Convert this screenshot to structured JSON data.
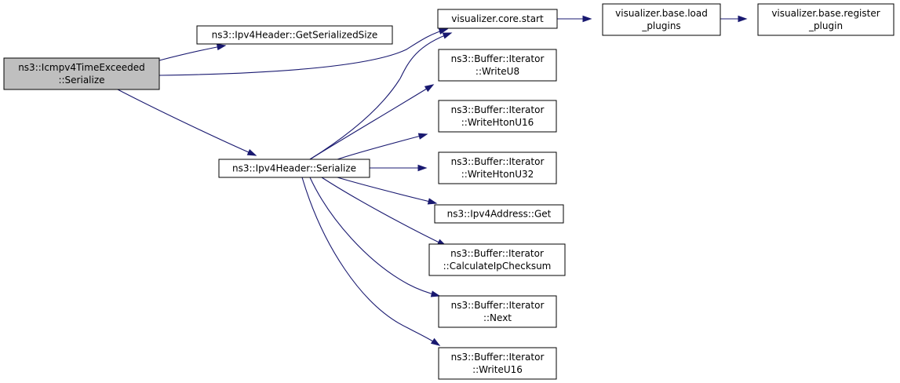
{
  "colors": {
    "node_fill": "#ffffff",
    "root_fill": "#bfbfbf",
    "border": "#000000",
    "edge": "#191970"
  },
  "nodes": {
    "root": [
      "ns3::Icmpv4TimeExceeded",
      "::Serialize"
    ],
    "getSerializedSize": [
      "ns3::Ipv4Header::GetSerializedSize"
    ],
    "ipv4Serialize": [
      "ns3::Ipv4Header::Serialize"
    ],
    "coreStart": [
      "visualizer.core.start"
    ],
    "loadPlugins": [
      "visualizer.base.load",
      "_plugins"
    ],
    "registerPlugin": [
      "visualizer.base.register",
      "_plugin"
    ],
    "writeU8": [
      "ns3::Buffer::Iterator",
      "::WriteU8"
    ],
    "writeHtonU16": [
      "ns3::Buffer::Iterator",
      "::WriteHtonU16"
    ],
    "writeHtonU32": [
      "ns3::Buffer::Iterator",
      "::WriteHtonU32"
    ],
    "addrGet": [
      "ns3::Ipv4Address::Get"
    ],
    "calcChecksum": [
      "ns3::Buffer::Iterator",
      "::CalculateIpChecksum"
    ],
    "next": [
      "ns3::Buffer::Iterator",
      "::Next"
    ],
    "writeU16": [
      "ns3::Buffer::Iterator",
      "::WriteU16"
    ]
  },
  "edges": [
    [
      "root",
      "getSerializedSize"
    ],
    [
      "root",
      "coreStart"
    ],
    [
      "root",
      "ipv4Serialize"
    ],
    [
      "coreStart",
      "loadPlugins"
    ],
    [
      "loadPlugins",
      "registerPlugin"
    ],
    [
      "ipv4Serialize",
      "coreStart"
    ],
    [
      "ipv4Serialize",
      "writeU8"
    ],
    [
      "ipv4Serialize",
      "writeHtonU16"
    ],
    [
      "ipv4Serialize",
      "writeHtonU32"
    ],
    [
      "ipv4Serialize",
      "addrGet"
    ],
    [
      "ipv4Serialize",
      "calcChecksum"
    ],
    [
      "ipv4Serialize",
      "next"
    ],
    [
      "ipv4Serialize",
      "writeU16"
    ]
  ]
}
